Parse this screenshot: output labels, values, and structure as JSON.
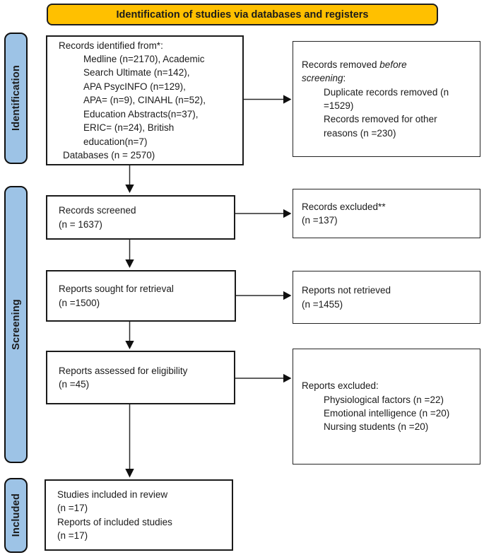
{
  "banner": {
    "title": "Identification of studies via databases and registers"
  },
  "sidebar": {
    "identification": "Identification",
    "screening": "Screening",
    "included": "Included"
  },
  "main": {
    "records_identified": {
      "title": "Records identified from*:",
      "items": [
        "Medline (n=2170), Academic",
        "Search Ultimate (n=142),",
        "APA PsycINFO (n=129),",
        "APA= (n=9), CINAHL (n=52),",
        "Education Abstracts(n=37),",
        "ERIC= (n=24), British",
        "education(n=7)"
      ],
      "footer": "Databases (n = 2570)"
    },
    "records_screened": {
      "lines": [
        "Records screened",
        "(n = 1637)"
      ]
    },
    "reports_sought": {
      "lines": [
        "Reports sought for retrieval",
        "(n =1500)"
      ]
    },
    "reports_assessed": {
      "lines": [
        "Reports assessed for eligibility",
        "(n =45)"
      ]
    },
    "included": {
      "lines": [
        "Studies included in review",
        "(n =17)",
        "Reports of included studies",
        "(n =17)"
      ]
    }
  },
  "right": {
    "records_removed": {
      "prefix": "Records removed ",
      "italic1": "before",
      "italic2": "screening",
      "suffix": ":",
      "items": [
        "Duplicate records removed (n",
        "=1529)",
        "Records removed for other",
        "reasons (n =230)"
      ]
    },
    "records_excluded": {
      "lines": [
        "Records excluded**",
        "(n =137)"
      ]
    },
    "reports_not_retrieved": {
      "lines": [
        "Reports not retrieved",
        "(n =1455)"
      ]
    },
    "reports_excluded": {
      "title": "Reports excluded:",
      "items": [
        "Physiological factors (n =22)",
        "Emotional intelligence (n =20)",
        "Nursing students (n =20)"
      ]
    }
  },
  "colors": {
    "banner_bg": "#FFC000",
    "sidebar_bg": "#9DC3E6",
    "box_border": "#1B1B1B"
  }
}
